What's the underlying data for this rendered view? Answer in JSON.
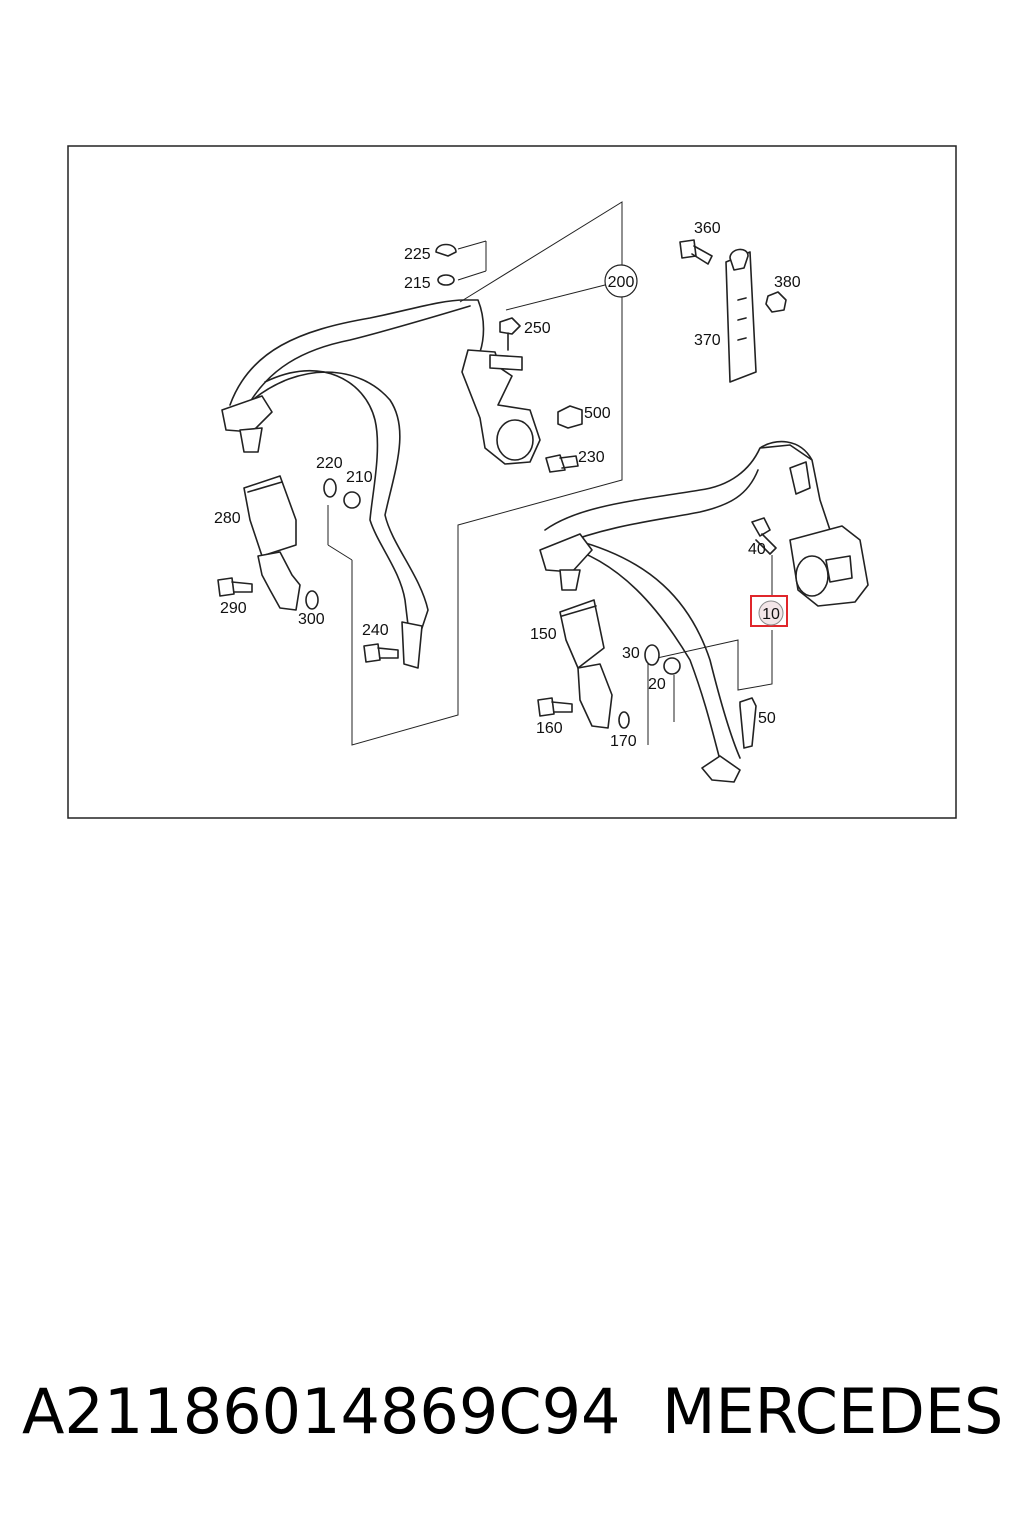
{
  "diagram": {
    "callouts": {
      "c10": "10",
      "c20": "20",
      "c30": "30",
      "c40": "40",
      "c50": "50",
      "c150": "150",
      "c160": "160",
      "c170": "170",
      "c200": "200",
      "c210": "210",
      "c215": "215",
      "c220": "220",
      "c225": "225",
      "c230": "230",
      "c240": "240",
      "c250": "250",
      "c280": "280",
      "c290": "290",
      "c300": "300",
      "c360": "360",
      "c370": "370",
      "c380": "380",
      "c500": "500"
    },
    "highlight_color": "#e0262b"
  },
  "footer": {
    "part_number": "A21186014869C94",
    "brand": "MERCEDES"
  }
}
